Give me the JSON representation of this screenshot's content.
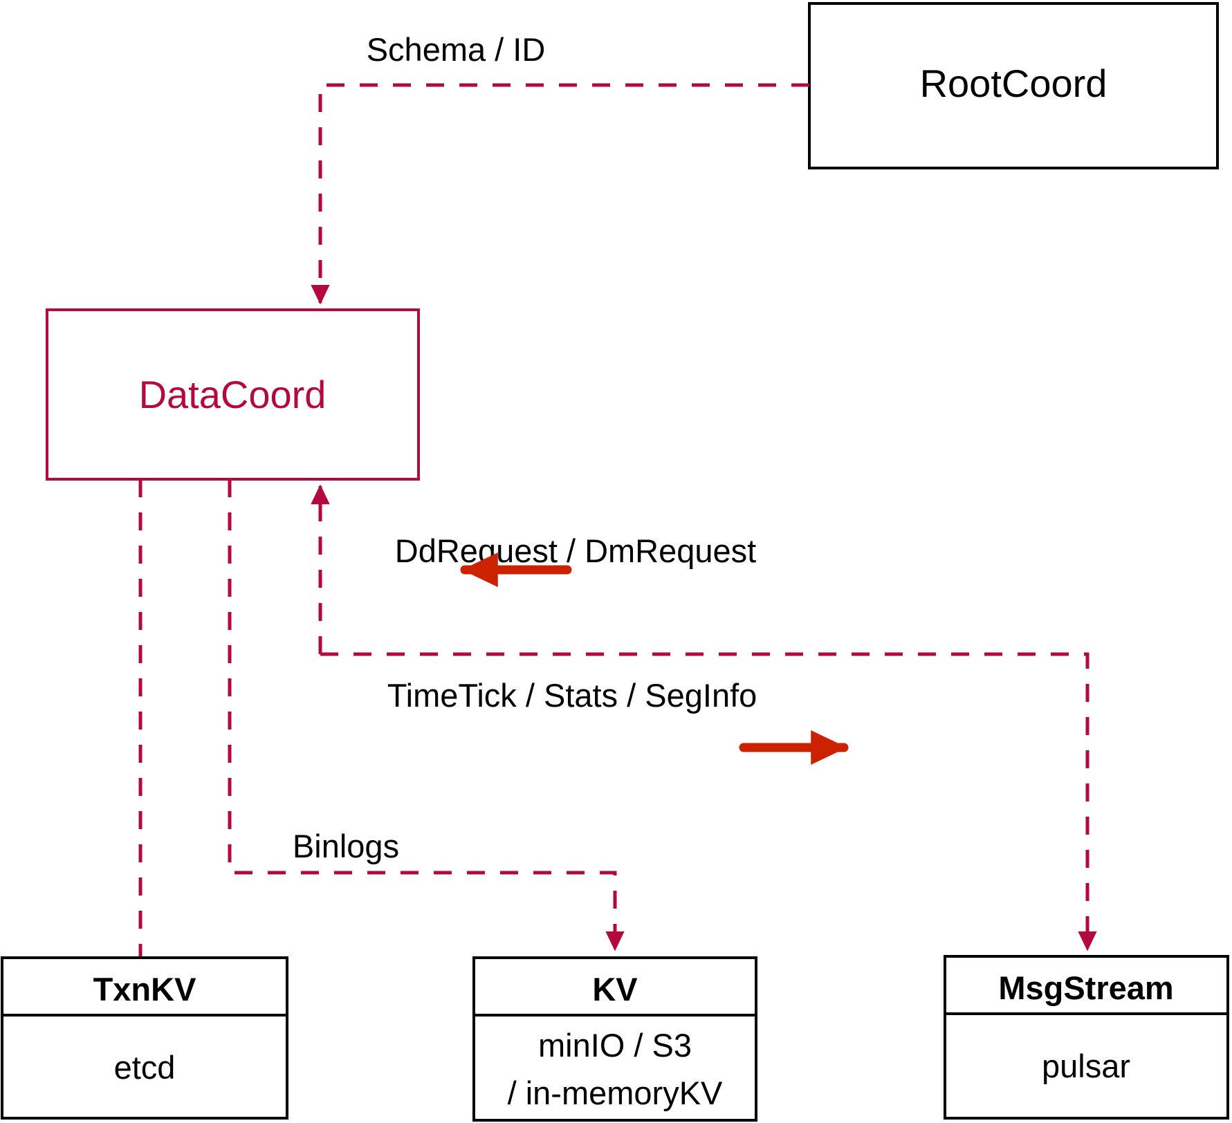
{
  "diagram": {
    "title": "DataCoord architecture",
    "colors": {
      "accent_red": "#B3093C",
      "arrow_red": "#CC2200",
      "box_black": "#000000",
      "background": "#FFFFFF"
    },
    "nodes": {
      "rootcoord": {
        "label": "RootCoord",
        "style": "black-outline"
      },
      "datacoord": {
        "label": "DataCoord",
        "style": "red-outline"
      },
      "txnkv": {
        "title": "TxnKV",
        "sub_line1": "etcd",
        "sub_line2": ""
      },
      "kv": {
        "title": "KV",
        "sub_line1": "minIO / S3",
        "sub_line2": "/ in-memoryKV"
      },
      "msgstream": {
        "title": "MsgStream",
        "sub_line1": "pulsar",
        "sub_line2": ""
      }
    },
    "edges": {
      "schema_id": {
        "label": "Schema / ID",
        "from": "rootcoord",
        "to": "datacoord",
        "style": "dashed"
      },
      "dd_dm_request": {
        "label": "DdRequest / DmRequest",
        "direction": "incoming",
        "style": "dashed"
      },
      "timetick_stats_seginfo": {
        "label": "TimeTick / Stats / SegInfo",
        "direction": "outgoing",
        "style": "dashed"
      },
      "binlogs": {
        "label": "Binlogs",
        "from": "datacoord",
        "to": "kv",
        "style": "dashed"
      },
      "txnkv_link": {
        "label": "",
        "from": "datacoord",
        "to": "txnkv",
        "style": "dashed"
      },
      "msgstream_link": {
        "label": "",
        "from": "datacoord",
        "to": "msgstream",
        "style": "dashed"
      }
    },
    "arrows": {
      "inbound_arrow": {
        "name": "left-pointing-arrow",
        "direction": "left"
      },
      "outbound_arrow": {
        "name": "right-pointing-arrow",
        "direction": "right"
      }
    }
  }
}
